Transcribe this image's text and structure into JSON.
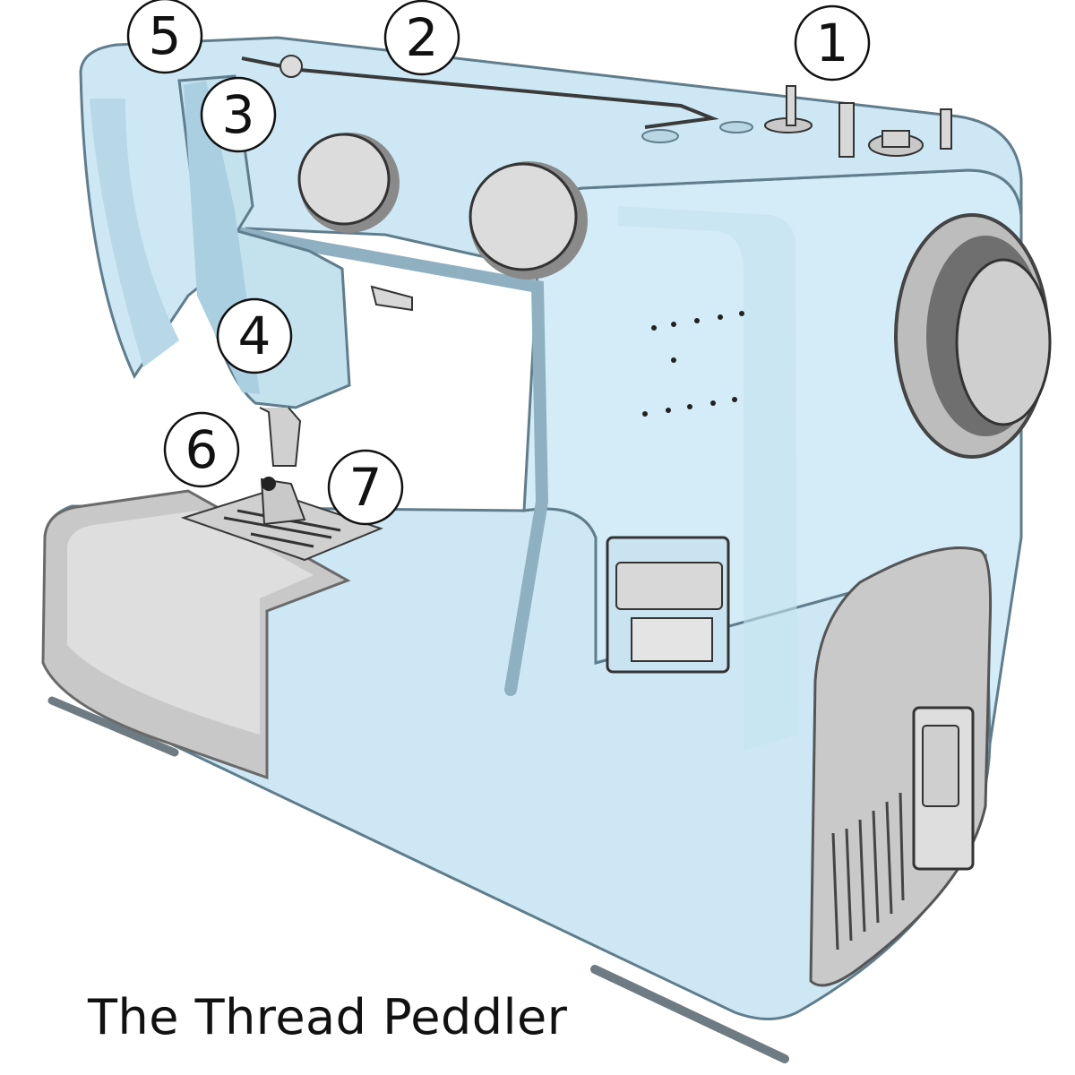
{
  "caption": "The Thread Peddler",
  "callouts": [
    {
      "id": "1",
      "label": "1"
    },
    {
      "id": "2",
      "label": "2"
    },
    {
      "id": "3",
      "label": "3"
    },
    {
      "id": "4",
      "label": "4"
    },
    {
      "id": "5",
      "label": "5"
    },
    {
      "id": "6",
      "label": "6"
    },
    {
      "id": "7",
      "label": "7"
    }
  ],
  "colors": {
    "body": "#cde8f4",
    "body_shadow": "#a9cfe0",
    "outline": "#5f7d8c",
    "grey_panel": "#c8c8c8",
    "dial": "#d9d9d9",
    "ink": "#111111"
  }
}
